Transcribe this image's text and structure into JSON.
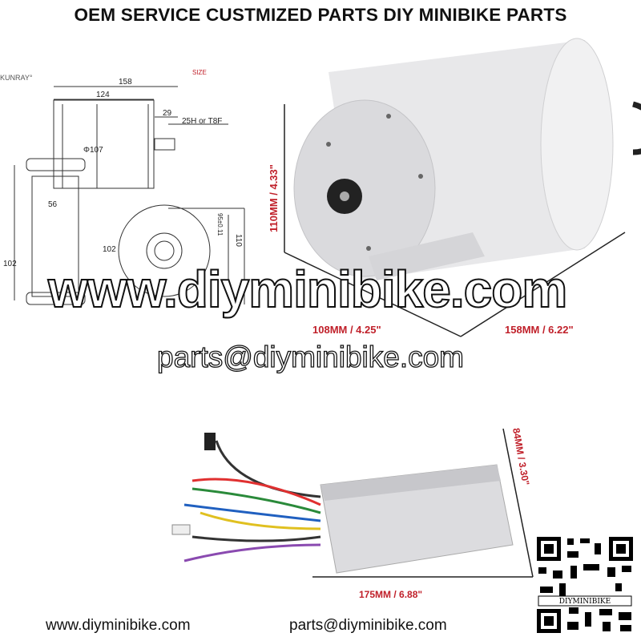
{
  "title": "OEM SERVICE CUSTMIZED PARTS DIY MINIBIKE PARTS",
  "drawing": {
    "brand": "KUNRAY°",
    "size_label": "SIZE",
    "dims": {
      "overall_length": "158",
      "body_length": "124",
      "shaft": "29",
      "sprocket": "25H or T8F",
      "diameter": "Φ107",
      "mount_width": "56",
      "mount_height": "102",
      "bolt_circle": "95±0.11",
      "height": "110",
      "base": "102"
    }
  },
  "motor_dims": {
    "height": "110MM / 4.33\"",
    "width": "108MM / 4.25\"",
    "length": "158MM / 6.22\""
  },
  "controller_dims": {
    "height": "84MM / 3.30\"",
    "length": "175MM / 6.88\""
  },
  "watermark": "www.diyminibike.com",
  "email_watermark": "parts@diyminibike.com",
  "qr_label": "DIYMINIBIKE",
  "footer": {
    "website": "www.diyminibike.com",
    "email": "parts@diyminibike.com"
  },
  "colors": {
    "dimension_red": "#c0202a"
  }
}
